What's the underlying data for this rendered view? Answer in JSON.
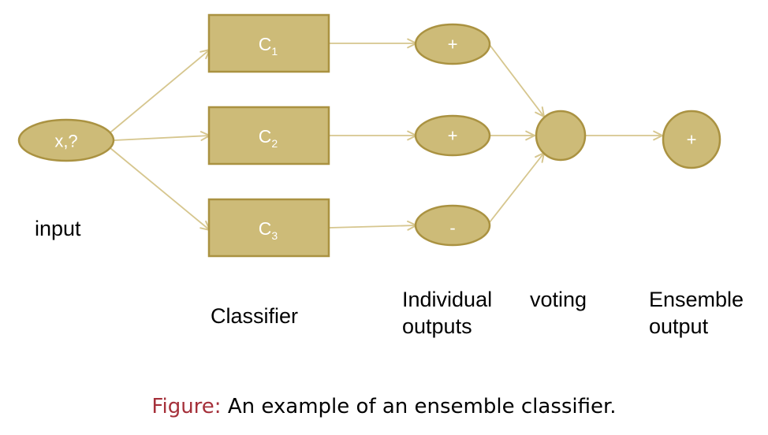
{
  "colors": {
    "node_fill": "#cdbb78",
    "node_stroke": "#aa9241",
    "edge": "#d6c68e",
    "node_text": "#ffffff",
    "caption_prefix": "#a5303a"
  },
  "nodes": {
    "input": {
      "text": "x,?"
    },
    "classifiers": [
      {
        "base": "C",
        "sub": "1"
      },
      {
        "base": "C",
        "sub": "2"
      },
      {
        "base": "C",
        "sub": "3"
      }
    ],
    "outputs": [
      {
        "text": "+"
      },
      {
        "text": "+"
      },
      {
        "text": "-"
      }
    ],
    "voting": {
      "text": ""
    },
    "ensemble": {
      "text": "+"
    }
  },
  "labels": {
    "input": "input",
    "classifier": "Classifier",
    "individual_outputs": "Individual outputs",
    "voting": "voting",
    "ensemble_output": "Ensemble output"
  },
  "caption": {
    "prefix": "Figure:",
    "text": " An example of an ensemble classifier."
  }
}
